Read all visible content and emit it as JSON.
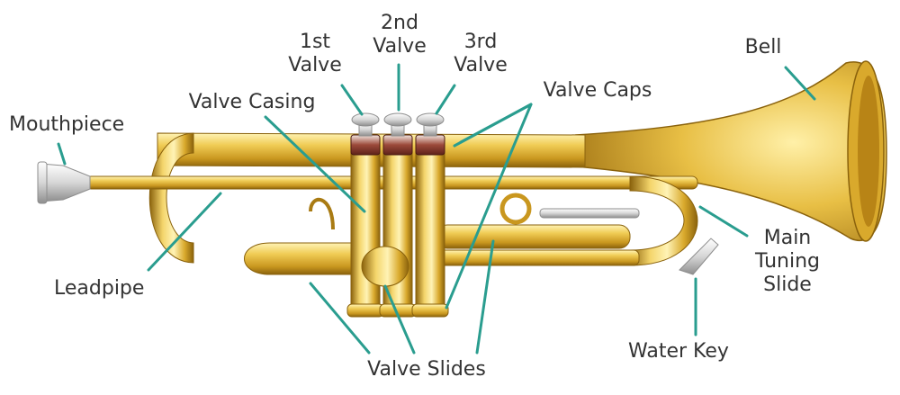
{
  "colors": {
    "leader": "#2a9d8f",
    "brass_light": "#f7e08a",
    "brass_mid": "#e2b93b",
    "brass_dark": "#a97b13",
    "silver_light": "#f4f4f4",
    "silver_dark": "#9a9a9a",
    "text": "#333333"
  },
  "labels": {
    "first_valve": [
      "1st",
      "Valve"
    ],
    "second_valve": [
      "2nd",
      "Valve"
    ],
    "third_valve": [
      "3rd",
      "Valve"
    ],
    "bell": "Bell",
    "valve_casing": "Valve Casing",
    "valve_caps": "Valve Caps",
    "mouthpiece": "Mouthpiece",
    "main_tuning_slide": [
      "Main",
      "Tuning",
      "Slide"
    ],
    "leadpipe": "Leadpipe",
    "water_key": "Water Key",
    "valve_slides": "Valve Slides"
  }
}
